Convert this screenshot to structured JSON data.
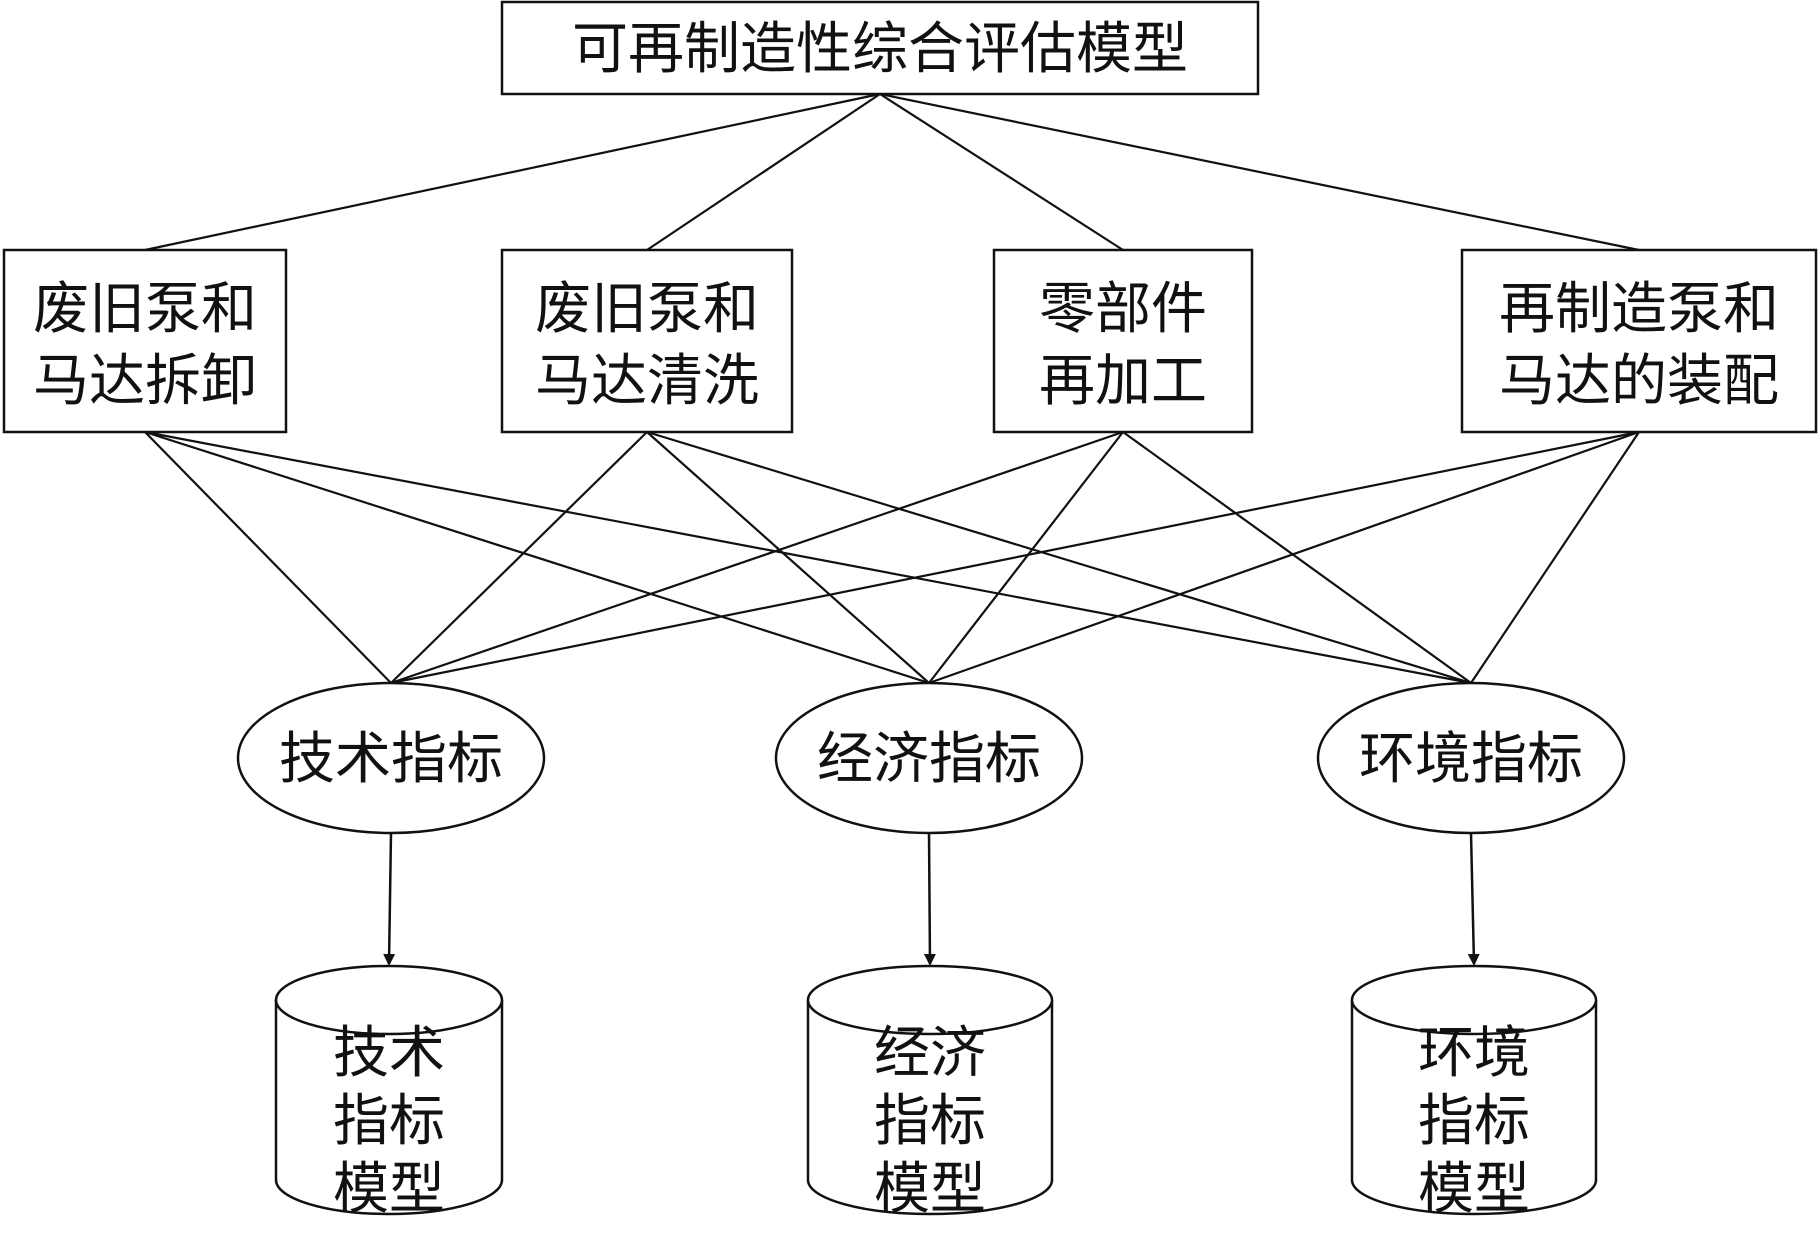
{
  "diagram": {
    "root": {
      "id": "root",
      "label": "可再制造性综合评估模型"
    },
    "stages": [
      {
        "id": "s1",
        "lines": [
          "废旧泵和",
          "马达拆卸"
        ]
      },
      {
        "id": "s2",
        "lines": [
          "废旧泵和",
          "马达清洗"
        ]
      },
      {
        "id": "s3",
        "lines": [
          "零部件",
          "再加工"
        ]
      },
      {
        "id": "s4",
        "lines": [
          "再制造泵和",
          "马达的装配"
        ]
      }
    ],
    "indicators": [
      {
        "id": "i1",
        "label": "技术指标"
      },
      {
        "id": "i2",
        "label": "经济指标"
      },
      {
        "id": "i3",
        "label": "环境指标"
      }
    ],
    "models": [
      {
        "id": "m1",
        "lines": [
          "技术",
          "指标",
          "模型"
        ]
      },
      {
        "id": "m2",
        "lines": [
          "经济",
          "指标",
          "模型"
        ]
      },
      {
        "id": "m3",
        "lines": [
          "环境",
          "指标",
          "模型"
        ]
      }
    ],
    "edges": [
      {
        "from": "root",
        "to": "s1"
      },
      {
        "from": "root",
        "to": "s2"
      },
      {
        "from": "root",
        "to": "s3"
      },
      {
        "from": "root",
        "to": "s4"
      },
      {
        "from": "s1",
        "to": "i1"
      },
      {
        "from": "s1",
        "to": "i2"
      },
      {
        "from": "s1",
        "to": "i3"
      },
      {
        "from": "s2",
        "to": "i1"
      },
      {
        "from": "s2",
        "to": "i2"
      },
      {
        "from": "s2",
        "to": "i3"
      },
      {
        "from": "s3",
        "to": "i1"
      },
      {
        "from": "s3",
        "to": "i2"
      },
      {
        "from": "s3",
        "to": "i3"
      },
      {
        "from": "s4",
        "to": "i1"
      },
      {
        "from": "s4",
        "to": "i2"
      },
      {
        "from": "s4",
        "to": "i3"
      }
    ],
    "arrows": [
      {
        "from": "i1",
        "to": "m1"
      },
      {
        "from": "i2",
        "to": "m2"
      },
      {
        "from": "i3",
        "to": "m3"
      }
    ]
  }
}
